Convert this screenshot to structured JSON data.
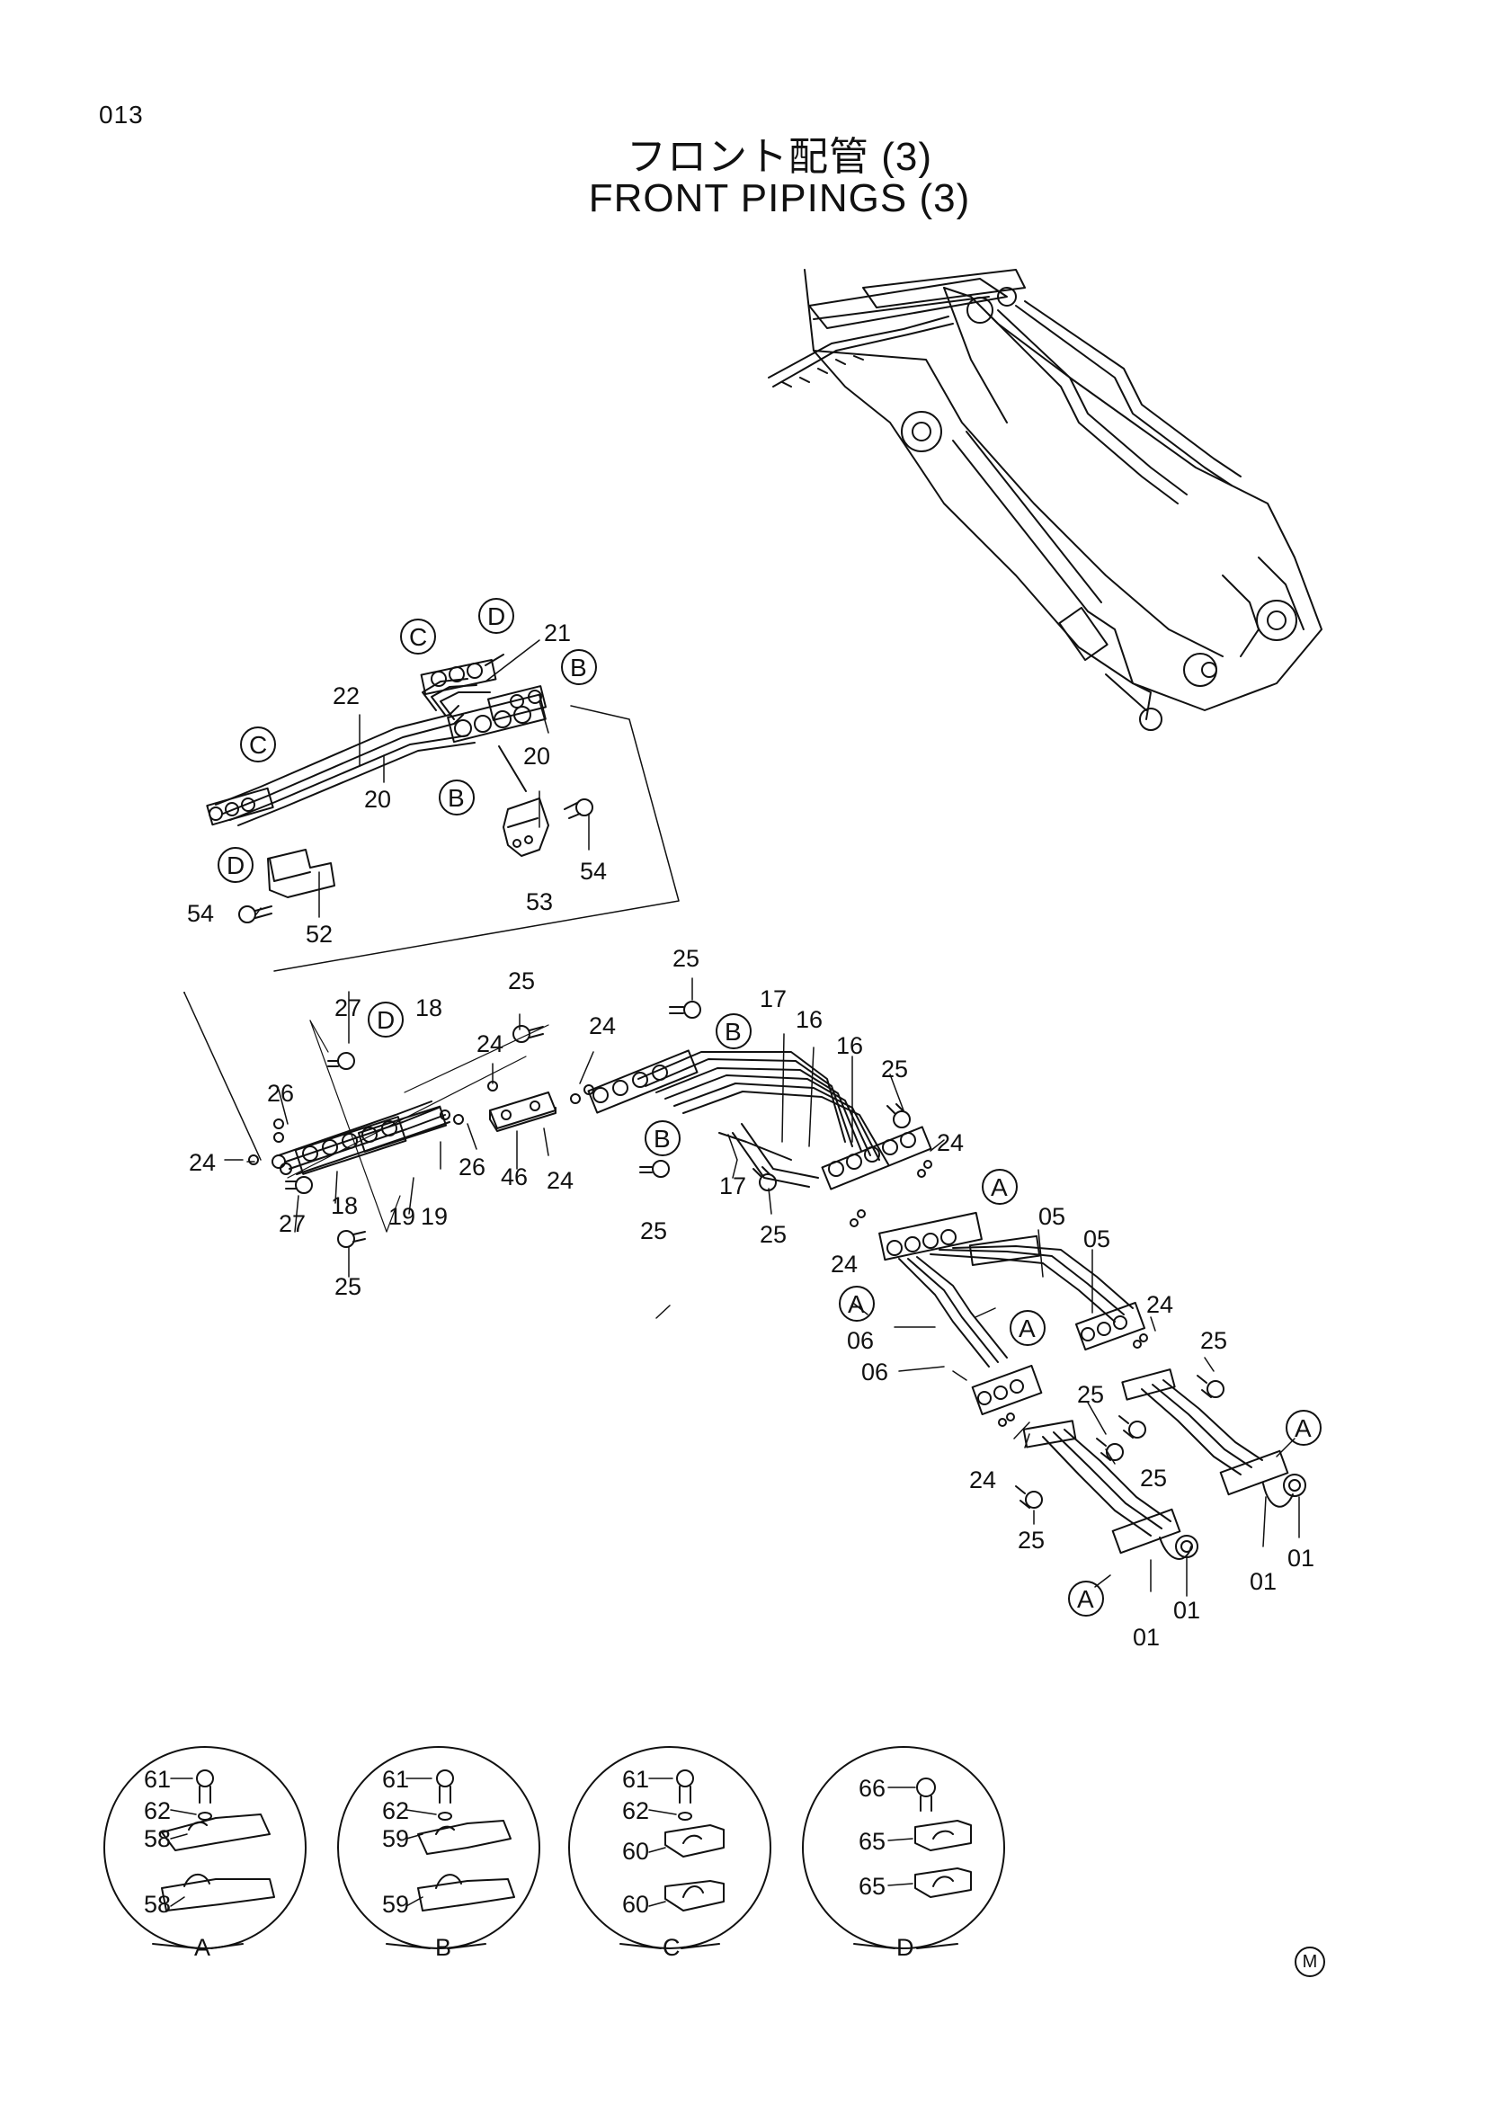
{
  "page_number": "013",
  "title_jp": "フロント配管 (3)",
  "title_en": "FRONT PIPINGS (3)",
  "circle_letters": {
    "A": "A",
    "B": "B",
    "C": "C",
    "D": "D"
  },
  "part_numbers": {
    "p01": "01",
    "p05": "05",
    "p06": "06",
    "p16": "16",
    "p17": "17",
    "p18": "18",
    "p19": "19",
    "p20": "20",
    "p21": "21",
    "p22": "22",
    "p24": "24",
    "p25": "25",
    "p26": "26",
    "p27": "27",
    "p46": "46",
    "p52": "52",
    "p53": "53",
    "p54": "54",
    "p58": "58",
    "p59": "59",
    "p60": "60",
    "p61": "61",
    "p62": "62",
    "p65": "65",
    "p66": "66"
  },
  "detail_labels": [
    "A",
    "B",
    "C",
    "D"
  ],
  "corner_mark": "M"
}
